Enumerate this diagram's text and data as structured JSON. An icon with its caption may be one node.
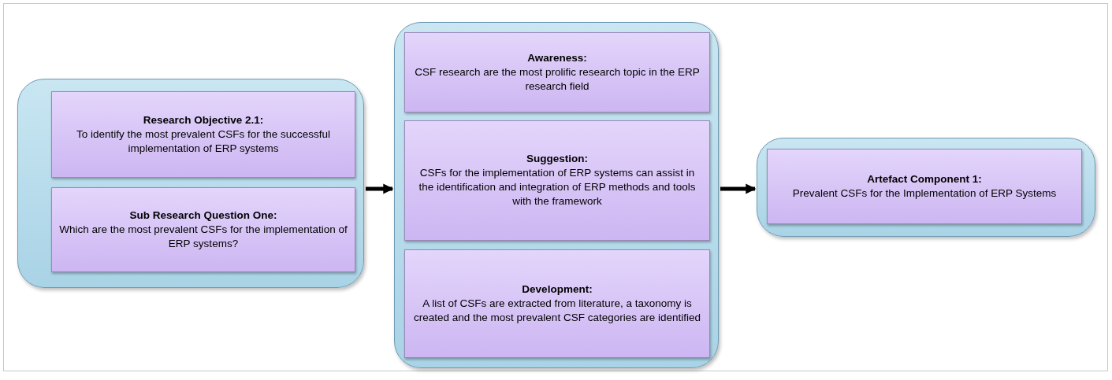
{
  "diagram": {
    "nodes": [
      {
        "text": [],
        "shape": "box"
      },
      {
        "text": [
          "Research Objective 2.1:",
          "To identify the most prevalent CSFs for the successful implementation of ERP systems"
        ],
        "in": 0
      },
      {
        "text": [
          "Sub Research Question One:",
          "Which are the most prevalent CSFs for the implementation of ERP systems?"
        ],
        "in": 0
      },
      {
        "text": [],
        "shape": "box"
      },
      {
        "text": [
          "Awareness:",
          "CSF research are the most prolific research topic in the ERP research field"
        ],
        "in": 3
      },
      {
        "text": [
          "Suggestion:",
          "CSFs for the implementation of ERP systems can assist in the identification and integration of ERP methods and tools with the framework"
        ],
        "in": 3
      },
      {
        "text": [
          "Development:",
          "A list of CSFs are extracted from literature, a taxonomy is created and the most prevalent CSF categories are identified"
        ],
        "in": 3
      },
      {
        "text": [],
        "shape": "box"
      },
      {
        "text": [
          "Artefact Component 1:",
          "Prevalent CSFs for the Implementation of ERP Systems"
        ],
        "in": 7
      }
    ],
    "edges": [
      {
        "from": 0,
        "to": 3,
        "arrow": "to"
      },
      {
        "from": 3,
        "to": 7,
        "arrow": "to"
      }
    ]
  }
}
